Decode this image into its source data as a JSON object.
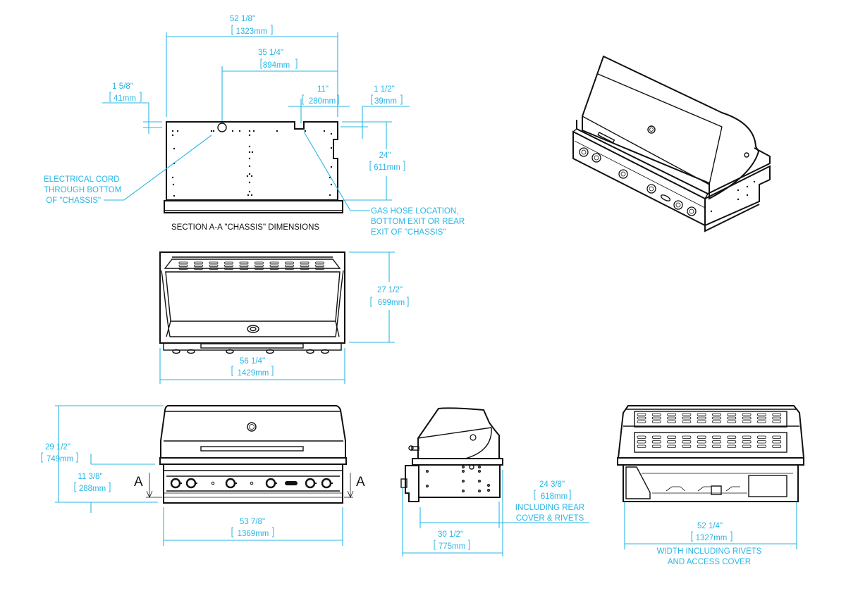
{
  "accent_color": "#29b6e6",
  "line_color": "#111111",
  "views": {
    "section_aa": {
      "caption": "SECTION A-A \"CHASSIS\" DIMENSIONS",
      "dims": {
        "overall_width": {
          "imperial": "52 1/8\"",
          "metric": "1323mm"
        },
        "cord_offset": {
          "imperial": "35 1/4\"",
          "metric": "894mm"
        },
        "left_top_offset": {
          "imperial": "1 5/8\"",
          "metric": "41mm"
        },
        "gas_offset": {
          "imperial": "11\"",
          "metric": "280mm"
        },
        "right_top_offset": {
          "imperial": "1 1/2\"",
          "metric": "39mm"
        },
        "depth": {
          "imperial": "24\"",
          "metric": "611mm"
        }
      },
      "callouts": {
        "electrical": [
          "ELECTRICAL CORD",
          "THROUGH BOTTOM",
          " OF \"CHASSIS\""
        ],
        "gas_hose": [
          "GAS HOSE LOCATION,",
          "BOTTOM EXIT OR REAR",
          "EXIT OF \"CHASSIS\""
        ]
      }
    },
    "top_view": {
      "dims": {
        "depth_open": {
          "imperial": "27 1/2\"",
          "metric": "699mm"
        },
        "width_open": {
          "imperial": "56 1/4\"",
          "metric": "1429mm"
        }
      }
    },
    "front_view": {
      "section_marker": "A",
      "dims": {
        "overall_height": {
          "imperial": "29 1/2\"",
          "metric": "749mm"
        },
        "base_height": {
          "imperial": "11 3/8\"",
          "metric": "288mm"
        },
        "width": {
          "imperial": "53 7/8\"",
          "metric": "1369mm"
        }
      }
    },
    "side_view": {
      "dims": {
        "depth_rear": {
          "imperial": "24 3/8\"",
          "metric": "618mm",
          "note": [
            "INCLUDING REAR",
            "COVER & RIVETS"
          ]
        },
        "overall_depth": {
          "imperial": "30 1/2\"",
          "metric": "775mm"
        }
      }
    },
    "rear_view": {
      "dims": {
        "width": {
          "imperial": "52 1/4\"",
          "metric": "1327mm",
          "note": [
            "WIDTH INCLUDING RIVETS",
            "AND ACCESS COVER"
          ]
        }
      }
    }
  }
}
